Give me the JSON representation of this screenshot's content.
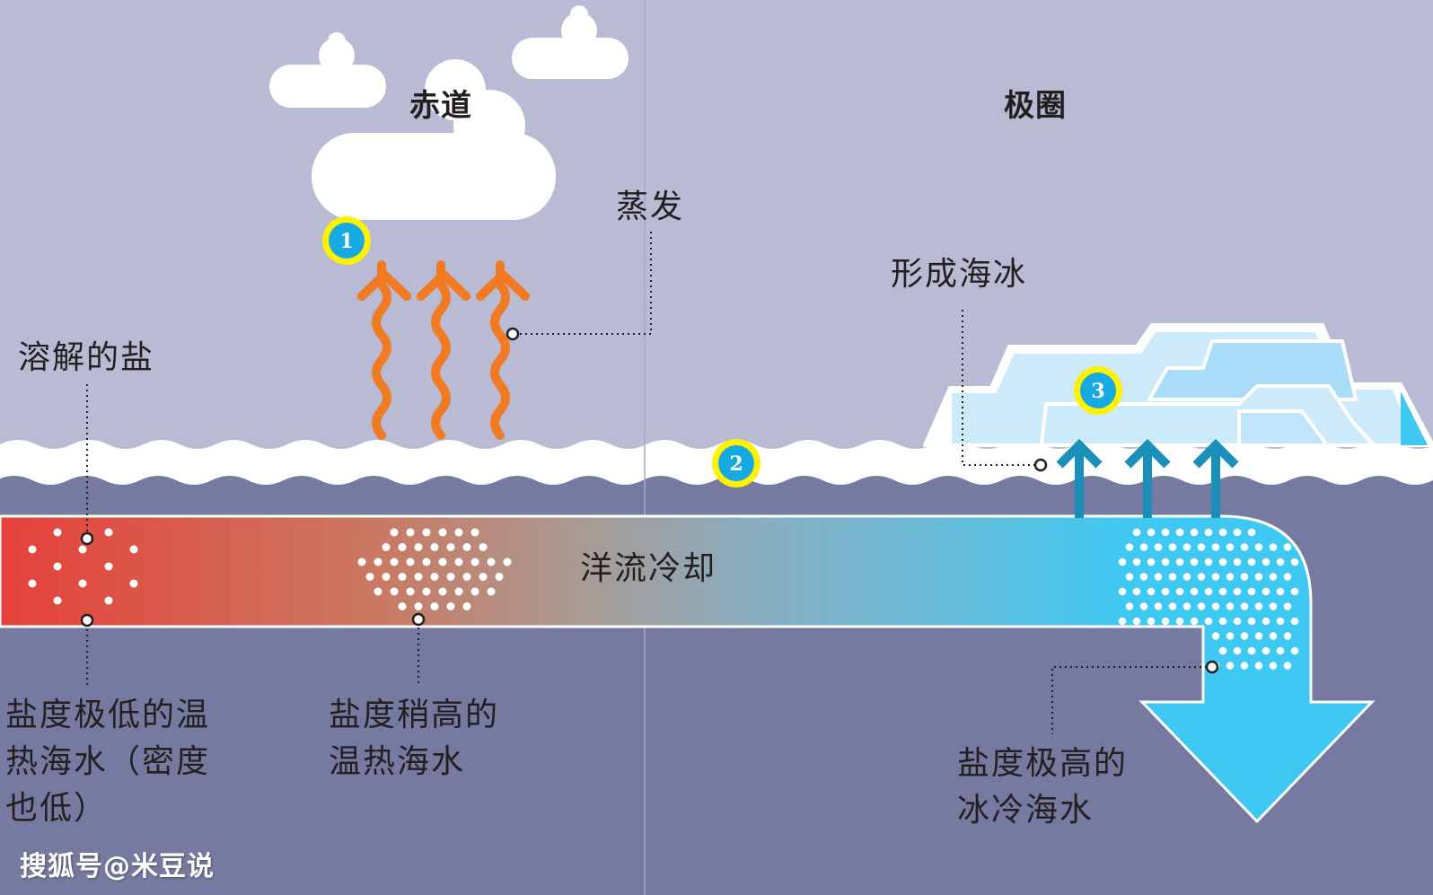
{
  "headings": {
    "equator": "赤道",
    "polar": "极圈"
  },
  "labels": {
    "evaporation": "蒸发",
    "sea_ice_forms": "形成海冰",
    "dissolved_salt": "溶解的盐",
    "current_cools": "洋流冷却",
    "low_salinity_warm": "盐度极低的温热海水（密度也低）",
    "slightly_higher_salinity": "盐度稍高的温热海水",
    "very_high_salinity_cold": "盐度极高的冰冷海水"
  },
  "markers": [
    "1",
    "2",
    "3"
  ],
  "watermark": "搜狐号@米豆说",
  "colors": {
    "sky": "#b9bbd4",
    "deep_water": "#777aa0",
    "surface_white": "#ffffff",
    "warm_red": "#e5413a",
    "cold_cyan": "#3fc8f2",
    "evaporation_orange": "#f07b22",
    "ice_arrows": "#1a8fb8",
    "marker_ring": "#fff200",
    "marker_fill": "#17a9e1"
  }
}
